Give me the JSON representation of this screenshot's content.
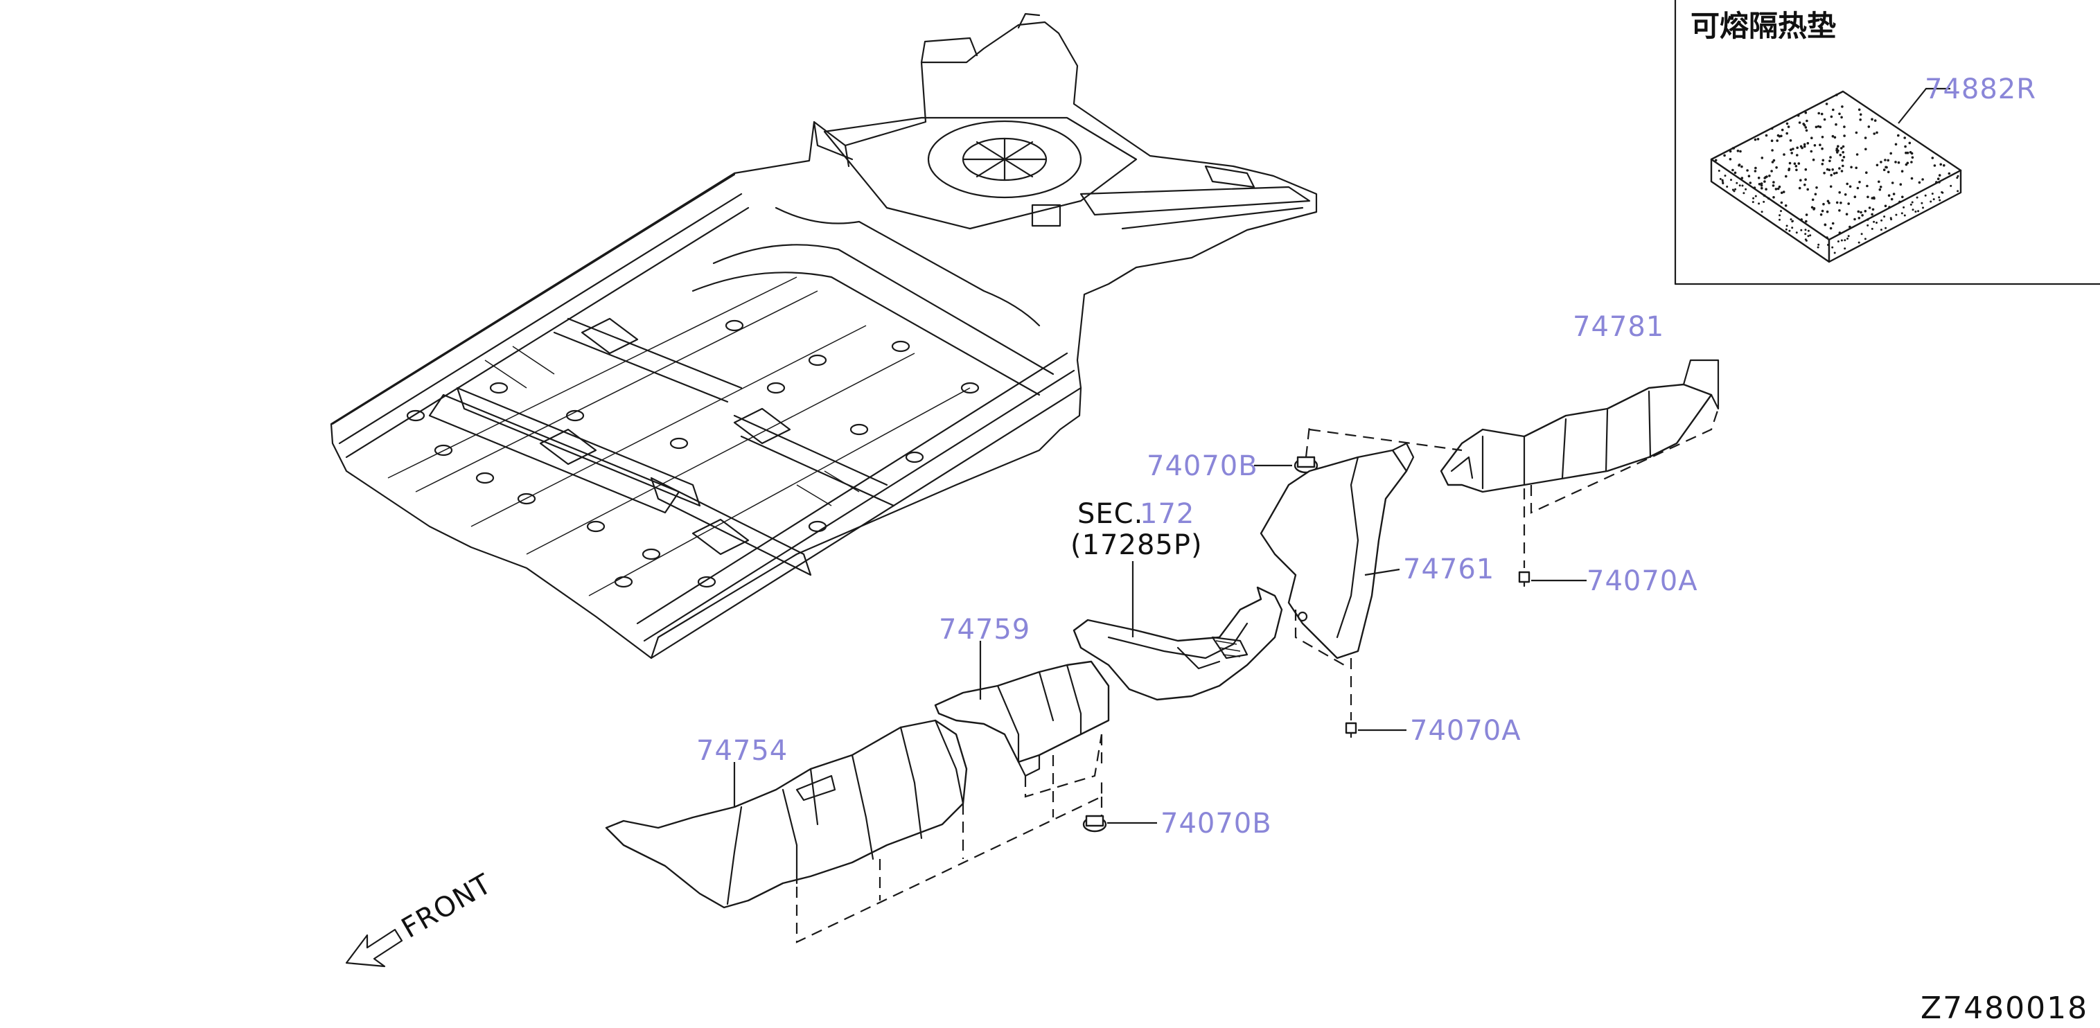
{
  "inset": {
    "title": "可熔隔热垫",
    "part_label": "74882R"
  },
  "labels": {
    "p74781": "74781",
    "p74070B_top": "74070B",
    "sec_prefix": "SEC.",
    "sec_number": "172",
    "sec_sub": "(17285P)",
    "p74761": "74761",
    "p74070A_right": "74070A",
    "p74759": "74759",
    "p74070A_mid": "74070A",
    "p74754": "74754",
    "p74070B_bottom": "74070B",
    "front": "FRONT"
  },
  "diagram_code": "Z7480018",
  "colors": {
    "label_blue": "#8a86d8",
    "line": "#1a1a1a"
  }
}
